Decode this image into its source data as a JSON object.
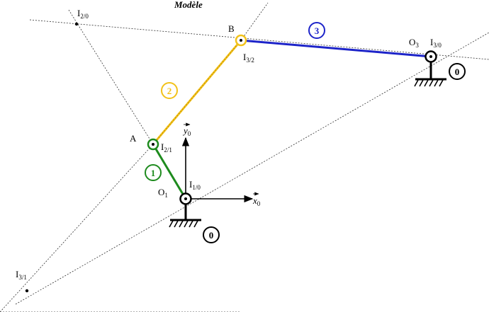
{
  "title": "Modèle",
  "points": {
    "O1": {
      "main": "O",
      "sub": "1"
    },
    "O3": {
      "main": "O",
      "sub": "3"
    },
    "A": {
      "main": "A",
      "sub": ""
    },
    "B": {
      "main": "B",
      "sub": ""
    }
  },
  "icr": {
    "I10": {
      "main": "I",
      "sub": "1/0"
    },
    "I21": {
      "main": "I",
      "sub": "2/1"
    },
    "I32": {
      "main": "I",
      "sub": "3/2"
    },
    "I30": {
      "main": "I",
      "sub": "3/0"
    },
    "I20": {
      "main": "I",
      "sub": "2/0"
    },
    "I31": {
      "main": "I",
      "sub": "3/1"
    }
  },
  "axes": {
    "x": {
      "main": "x",
      "sub": "0"
    },
    "y": {
      "main": "y",
      "sub": "0"
    }
  },
  "solids": {
    "s1": {
      "label": "1",
      "color": "#1e8b1e"
    },
    "s2": {
      "label": "2",
      "color": "#f2c21a"
    },
    "s3": {
      "label": "3",
      "color": "#1d24c9"
    },
    "frame_a": {
      "label": "0",
      "color": "#000000"
    },
    "frame_b": {
      "label": "0",
      "color": "#000000"
    }
  }
}
